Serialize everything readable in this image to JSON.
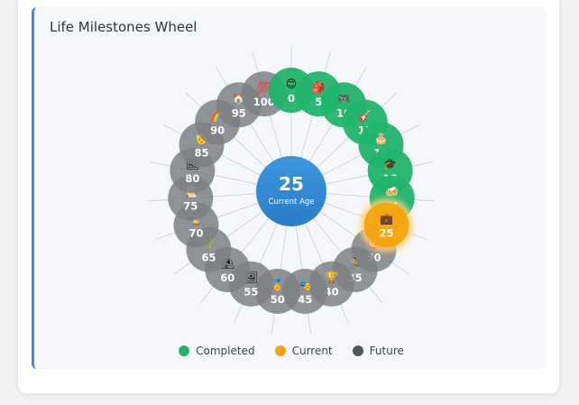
{
  "title": "Life Milestones Wheel",
  "center": {
    "age": "25",
    "label": "Current Age"
  },
  "colors": {
    "completed": "#1fb46a",
    "current": "#f5a30a",
    "future": "#7d8084",
    "center": "#2f87d2"
  },
  "milestones": [
    {
      "age": "0",
      "icon": "baby-face-icon",
      "glyph": "😊",
      "status": "completed"
    },
    {
      "age": "5",
      "icon": "backpack-icon",
      "glyph": "🎒",
      "status": "completed"
    },
    {
      "age": "10",
      "icon": "game-controller-icon",
      "glyph": "🎮",
      "status": "completed"
    },
    {
      "age": "13",
      "icon": "guitar-icon",
      "glyph": "🎸",
      "status": "completed"
    },
    {
      "age": "16",
      "icon": "birthday-cake-icon",
      "glyph": "🎂",
      "status": "completed"
    },
    {
      "age": "18",
      "icon": "graduation-cap-icon",
      "glyph": "🎓",
      "status": "completed"
    },
    {
      "age": "21",
      "icon": "beer-mug-icon",
      "glyph": "🍻",
      "status": "completed"
    },
    {
      "age": "25",
      "icon": "briefcase-icon",
      "glyph": "💼",
      "status": "current"
    },
    {
      "age": "30",
      "icon": "target-icon",
      "glyph": "🎯",
      "status": "future"
    },
    {
      "age": "35",
      "icon": "runner-icon",
      "glyph": "🏃",
      "status": "future"
    },
    {
      "age": "40",
      "icon": "trophy-icon",
      "glyph": "🏆",
      "status": "future"
    },
    {
      "age": "45",
      "icon": "theater-masks-icon",
      "glyph": "🎭",
      "status": "future"
    },
    {
      "age": "50",
      "icon": "medal-icon",
      "glyph": "🏅",
      "status": "future"
    },
    {
      "age": "55",
      "icon": "framed-picture-icon",
      "glyph": "🖼",
      "status": "future"
    },
    {
      "age": "60",
      "icon": "beach-umbrella-icon",
      "glyph": "⛱",
      "status": "future"
    },
    {
      "age": "65",
      "icon": "plant-icon",
      "glyph": "🌱",
      "status": "future"
    },
    {
      "age": "70",
      "icon": "hourglass-icon",
      "glyph": "⌛",
      "status": "future"
    },
    {
      "age": "75",
      "icon": "scroll-icon",
      "glyph": "📜",
      "status": "future"
    },
    {
      "age": "80",
      "icon": "picture-frame-icon",
      "glyph": "🖼",
      "status": "future"
    },
    {
      "age": "85",
      "icon": "elder-icon",
      "glyph": "👴",
      "status": "future"
    },
    {
      "age": "90",
      "icon": "rainbow-icon",
      "glyph": "🌈",
      "status": "future"
    },
    {
      "age": "95",
      "icon": "house-icon",
      "glyph": "🏠",
      "status": "future"
    },
    {
      "age": "100",
      "icon": "hundred-icon",
      "glyph": "💯",
      "status": "future"
    }
  ],
  "legend": [
    {
      "label": "Completed",
      "status": "completed"
    },
    {
      "label": "Current",
      "status": "current"
    },
    {
      "label": "Future",
      "status": "future"
    }
  ]
}
